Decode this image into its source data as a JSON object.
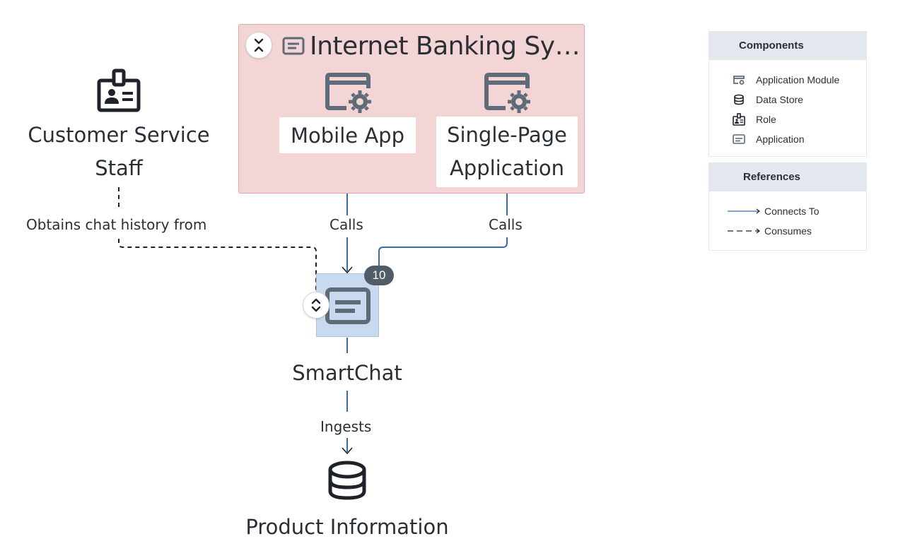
{
  "diagram": {
    "group": {
      "title": "Internet Banking Syst…"
    },
    "nodes": {
      "mobile_app": "Mobile App",
      "spa_line1": "Single-Page",
      "spa_line2": "Application",
      "customer_service_line1": "Customer Service",
      "customer_service_line2": "Staff",
      "smartchat": "SmartChat",
      "product_information": "Product Information"
    },
    "edges": {
      "mobile_calls": "Calls",
      "spa_calls": "Calls",
      "obtains_chat": "Obtains chat history from",
      "ingests": "Ingests"
    },
    "badge": "10"
  },
  "legend": {
    "components_title": "Components",
    "components": [
      {
        "label": "Application Module",
        "icon": "application-module-icon"
      },
      {
        "label": "Data Store",
        "icon": "data-store-icon"
      },
      {
        "label": "Role",
        "icon": "role-icon"
      },
      {
        "label": "Application",
        "icon": "application-icon"
      }
    ],
    "references_title": "References",
    "references": [
      {
        "label": "Connects To",
        "style": "solid"
      },
      {
        "label": "Consumes",
        "style": "dashed"
      }
    ]
  },
  "colors": {
    "group_fill": "#f4d5d5",
    "selected_fill": "#c7daf0",
    "connects_line": "#3a6ea5",
    "badge": "#525c66"
  }
}
